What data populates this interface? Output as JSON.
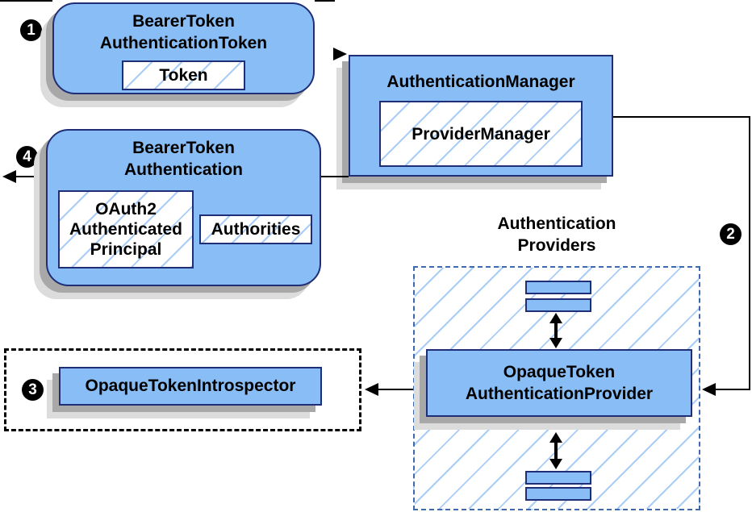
{
  "steps": {
    "s1": "1",
    "s2": "2",
    "s3": "3",
    "s4": "4"
  },
  "nodes": {
    "bearer_token_authentication_token": {
      "title": "BearerToken\nAuthenticationToken",
      "token": "Token"
    },
    "authentication_manager": {
      "title": "AuthenticationManager",
      "provider_manager": "ProviderManager"
    },
    "bearer_token_authentication": {
      "title": "BearerToken\nAuthentication",
      "principal": "OAuth2\nAuthenticated\nPrincipal",
      "authorities": "Authorities"
    },
    "opaque_token_introspector": {
      "label": "OpaqueTokenIntrospector"
    },
    "authentication_providers": {
      "heading": "Authentication\nProviders",
      "provider": "OpaqueToken\nAuthenticationProvider"
    }
  },
  "colors": {
    "node_fill": "#89bdf5",
    "node_border": "#1f2e76",
    "hatch_line": "#a9cdf6",
    "shadow_dark": "#a8a8a8",
    "shadow_light": "#dcdcdc",
    "providers_dash_border": "#3f69ad",
    "introspector_dash_border": "#000000",
    "connector": "#000000",
    "text": "#000000"
  }
}
